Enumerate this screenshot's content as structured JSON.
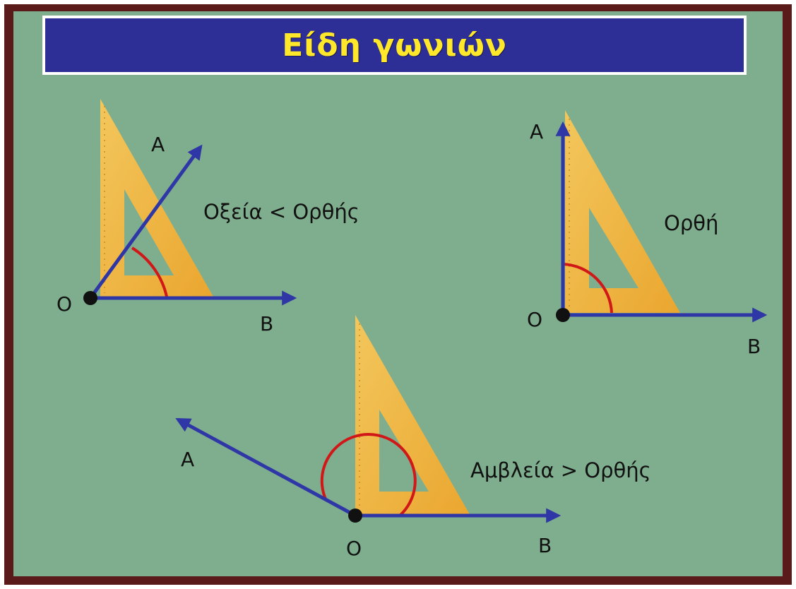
{
  "title": "Είδη γωνιών",
  "colors": {
    "board": "#7fae8e",
    "frame": "#5a1a1a",
    "title_bg": "#2e2f96",
    "title_text": "#ffe82a",
    "ray": "#2f36a6",
    "arc": "#d01818",
    "set_square": "#f4b53a"
  },
  "angles": {
    "acute": {
      "caption": "Οξεία < Ορθής",
      "vertex_label": "O",
      "ray_a_label": "A",
      "ray_b_label": "B"
    },
    "right": {
      "caption": "Ορθή",
      "vertex_label": "O",
      "ray_a_label": "A",
      "ray_b_label": "B"
    },
    "obtuse": {
      "caption": "Αμβλεία > Ορθής",
      "vertex_label": "O",
      "ray_a_label": "A",
      "ray_b_label": "B"
    }
  }
}
